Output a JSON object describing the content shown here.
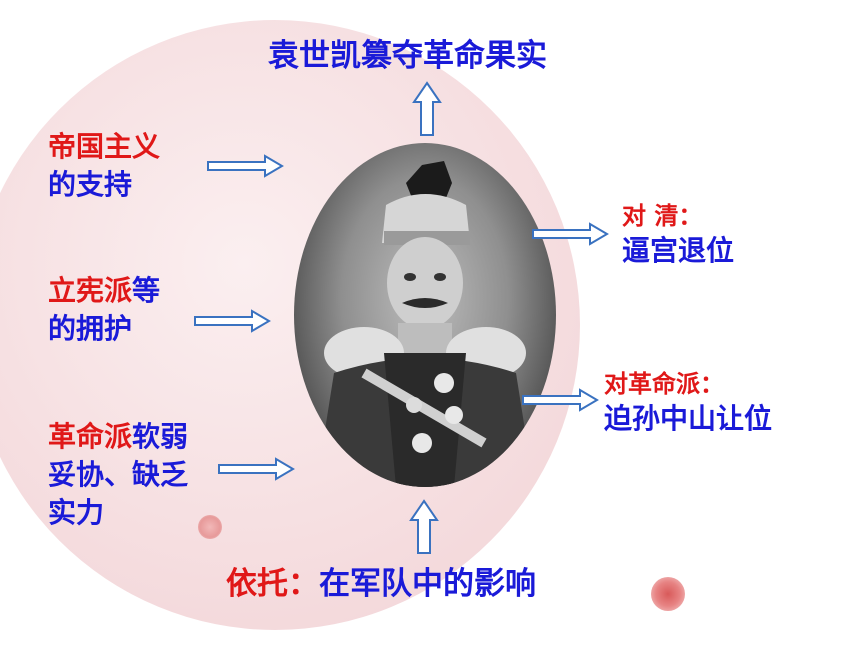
{
  "top": {
    "text": "袁世凯篡夺革命果实"
  },
  "left_items": [
    {
      "red": "帝国主义",
      "blue": "",
      "line2": "的支持"
    },
    {
      "red": "立宪派",
      "blue": "等",
      "line2": "的拥护"
    },
    {
      "red": "革命派",
      "blue": "软弱",
      "line2": "妥协、缺乏",
      "line3": "实力"
    }
  ],
  "right_items": [
    {
      "title": "对 清：",
      "body": "逼宫退位"
    },
    {
      "title": "对革命派：",
      "body": "迫孙中山让位"
    }
  ],
  "bottom": {
    "red": "依托：",
    "blue": "在军队中的影响"
  },
  "colors": {
    "blue": "#1a1ad8",
    "red": "#e01818",
    "arrow": "#3a72c0",
    "circle": "#f6dfe1"
  }
}
